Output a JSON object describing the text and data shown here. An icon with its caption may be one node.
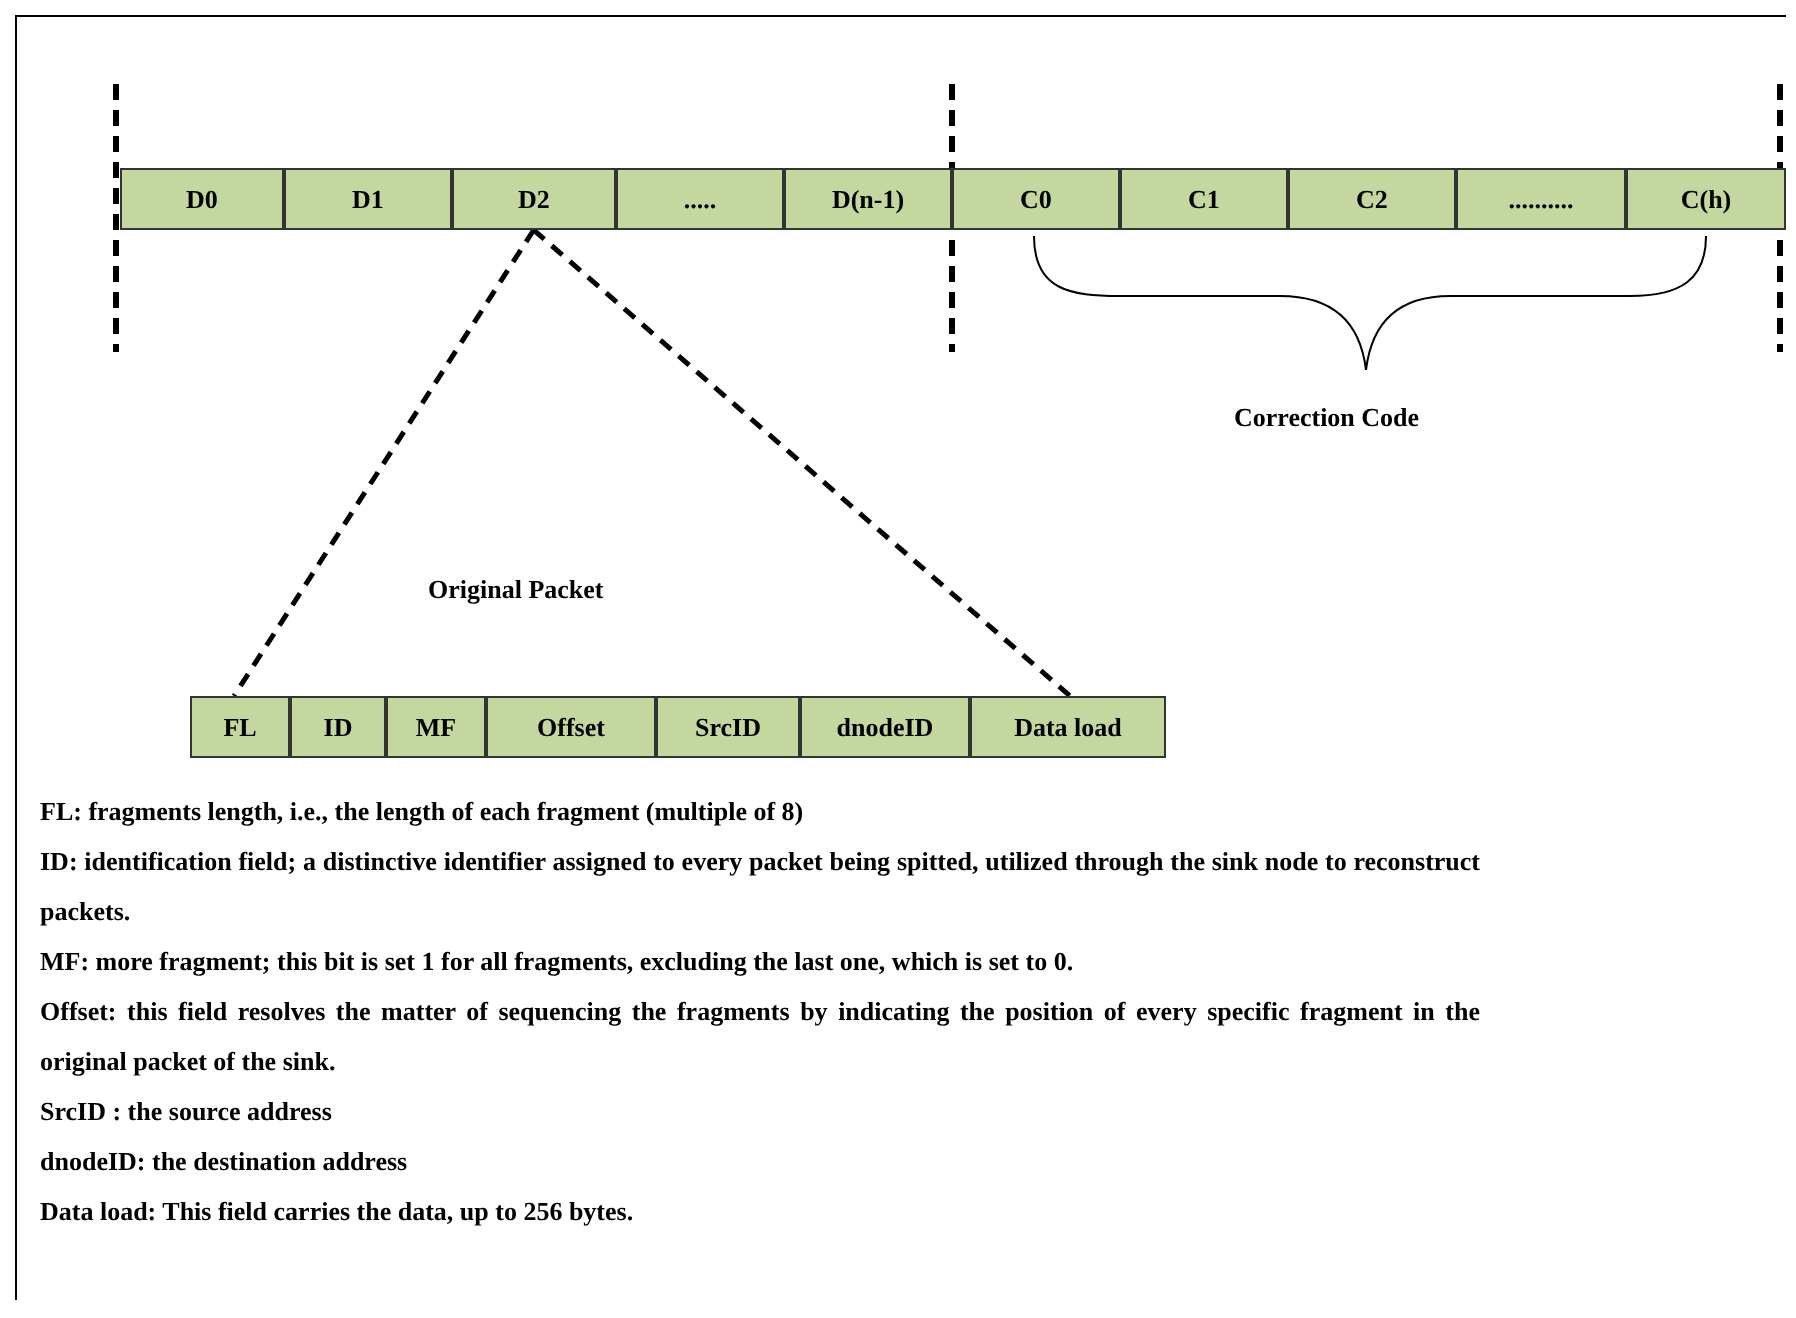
{
  "diagram": {
    "nodes": [
      {
        "text": [
          "D0"
        ]
      },
      {
        "text": [
          "D1"
        ]
      },
      {
        "text": [
          "D2"
        ]
      },
      {
        "text": [
          "....."
        ]
      },
      {
        "text": [
          "D(n-1)"
        ]
      },
      {
        "text": [
          "C0"
        ]
      },
      {
        "text": [
          "C1"
        ]
      },
      {
        "text": [
          "C2"
        ]
      },
      {
        "text": [
          ".........."
        ]
      },
      {
        "text": [
          "C(h)"
        ]
      },
      {
        "text": [
          "FL"
        ]
      },
      {
        "text": [
          "ID"
        ]
      },
      {
        "text": [
          "MF"
        ]
      },
      {
        "text": [
          "Offset"
        ]
      },
      {
        "text": [
          "SrcID"
        ]
      },
      {
        "text": [
          "dnodeID"
        ]
      },
      {
        "text": [
          "Data load"
        ]
      }
    ],
    "edges": [
      {
        "from": 2,
        "to": 10,
        "arrow": "none",
        "style": "dashed"
      },
      {
        "from": 2,
        "to": 16,
        "arrow": "none",
        "style": "dashed"
      }
    ],
    "labels": [
      "Correction Code",
      "Original Packet",
      "FL: fragments length, i.e., the length of each fragment (multiple of 8)",
      "ID: identification field; a distinctive identifier assigned to every packet being spitted, utilized through the sink node to reconstruct packets.",
      "MF: more fragment; this bit is set 1 for all fragments, excluding the last one, which is set to 0.",
      "Offset: this field resolves the matter of sequencing the fragments by indicating the position of every specific fragment in the original packet of the sink.",
      "SrcID  : the source address",
      "dnodeID: the destination address",
      "Data load: This field carries the data,  up to 256 bytes."
    ]
  }
}
